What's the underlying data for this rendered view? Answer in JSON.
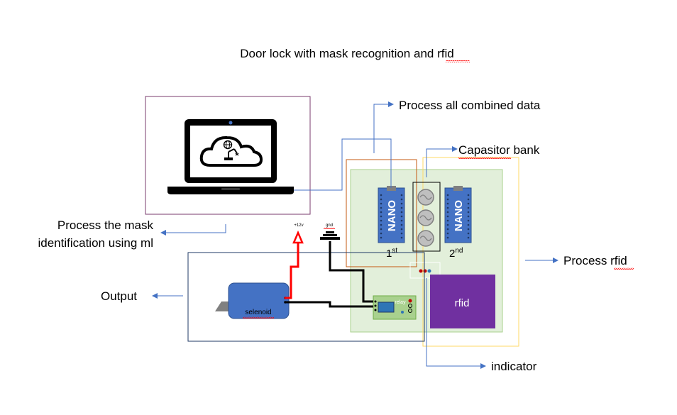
{
  "title": "Door lock with mask recognition and rfid",
  "labels": {
    "process_combined": "Process all combined data",
    "capacitor_bank": "Capasitor bank",
    "process_mask_line1": "Process the mask",
    "process_mask_line2": "identification using ml",
    "process_rfid": "Process rfid",
    "output": "Output",
    "indicator": "indicator"
  },
  "components": {
    "nano_1": "NANO",
    "nano_2": "NANO",
    "nano_1_index": "1",
    "nano_1_suffix": "st",
    "nano_2_index": "2",
    "nano_2_suffix": "nd",
    "rfid_module": "rfid",
    "solenoid": "selenoid",
    "relay": "relay",
    "supply_12v": "+12v",
    "ground": "gnd"
  },
  "colors": {
    "laptop_frame": "#7a3b6e",
    "nano_board": "#4472c4",
    "nano_frame": "#c55a11",
    "rfid_frame": "#ffd966",
    "green_board": "#e2efda",
    "rfid_module": "#7030a0",
    "output_frame": "#1f3864",
    "solenoid": "#4472c4",
    "relay_board": "#a9d18e",
    "arrow": "#4472c4",
    "power_wire": "#ff0000",
    "ground_wire": "#000000"
  },
  "icons": [
    "laptop-icon",
    "cloud-icon",
    "globe-icon",
    "robot-arm-icon"
  ]
}
